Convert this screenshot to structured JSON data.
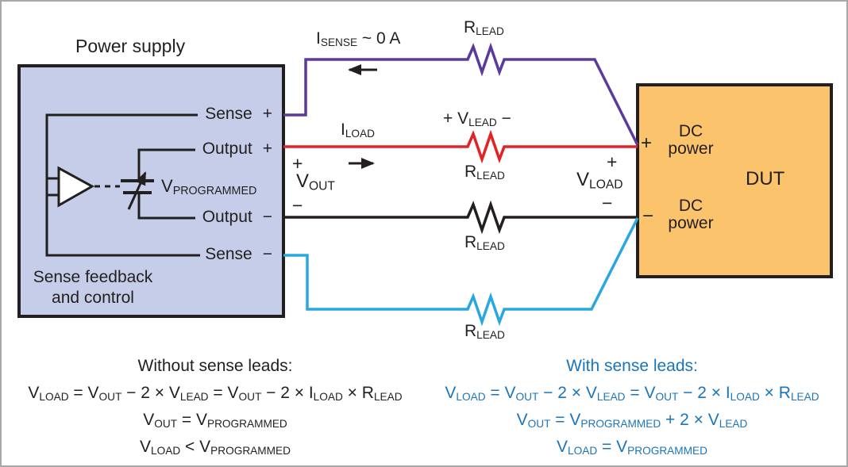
{
  "colors": {
    "power_supply_fill": "#c5cde8",
    "dut_fill": "#fbc46c",
    "sense_positive_wire": "#5b3a9b",
    "output_positive_wire": "#e32226",
    "output_negative_wire": "#231f20",
    "sense_negative_wire": "#29a8e0",
    "with_sense_equations": "#1b75bc",
    "ink": "#231f20"
  },
  "power_supply": {
    "title": "Power supply",
    "terminals": [
      {
        "label": "Sense",
        "sign": "+"
      },
      {
        "label": "Output",
        "sign": "+"
      },
      {
        "label": "Output",
        "sign": "−"
      },
      {
        "label": "Sense",
        "sign": "−"
      }
    ],
    "programmed_label": [
      {
        "t": "V",
        "s": "PROGRAMMED"
      }
    ],
    "caption_line1": "Sense feedback",
    "caption_line2": "and control"
  },
  "dut": {
    "label": "DUT",
    "pos_terminal": {
      "sign": "+",
      "line1": "DC",
      "line2": "power"
    },
    "neg_terminal": {
      "sign": "−",
      "line1": "DC",
      "line2": "power"
    }
  },
  "wires": {
    "sense_current": [
      {
        "t": "I",
        "s": "SENSE"
      },
      {
        "t": " ~ 0 A"
      }
    ],
    "load_current": [
      {
        "t": "I",
        "s": "LOAD"
      }
    ],
    "r_lead": [
      {
        "t": "R",
        "s": "LEAD"
      }
    ],
    "v_lead_row": [
      {
        "t": "+ "
      },
      {
        "t": "V",
        "s": "LEAD"
      },
      {
        "t": "  −"
      }
    ],
    "v_out": {
      "plus": "+",
      "label": [
        {
          "t": "V",
          "s": "OUT"
        }
      ],
      "minus": "−"
    },
    "v_load": {
      "plus": "+",
      "label": [
        {
          "t": "V",
          "s": "LOAD"
        }
      ],
      "minus": "−"
    }
  },
  "equations": {
    "without": {
      "title": "Without sense leads:",
      "lines": [
        [
          {
            "t": "V",
            "s": "LOAD"
          },
          {
            "t": " = "
          },
          {
            "t": "V",
            "s": "OUT"
          },
          {
            "t": " − 2 × "
          },
          {
            "t": "V",
            "s": "LEAD"
          },
          {
            "t": " = "
          },
          {
            "t": "V",
            "s": "OUT"
          },
          {
            "t": " − 2 × "
          },
          {
            "t": "I",
            "s": "LOAD"
          },
          {
            "t": " × "
          },
          {
            "t": "R",
            "s": "LEAD"
          }
        ],
        [
          {
            "t": "V",
            "s": "OUT"
          },
          {
            "t": " = "
          },
          {
            "t": "V",
            "s": "PROGRAMMED"
          }
        ],
        [
          {
            "t": "V",
            "s": "LOAD"
          },
          {
            "t": " < "
          },
          {
            "t": "V",
            "s": "PROGRAMMED"
          }
        ]
      ]
    },
    "with": {
      "title": "With sense leads:",
      "lines": [
        [
          {
            "t": "V",
            "s": "LOAD"
          },
          {
            "t": " = "
          },
          {
            "t": "V",
            "s": "OUT"
          },
          {
            "t": " − 2 × "
          },
          {
            "t": "V",
            "s": "LEAD"
          },
          {
            "t": " = "
          },
          {
            "t": "V",
            "s": "OUT"
          },
          {
            "t": " − 2 × "
          },
          {
            "t": "I",
            "s": "LOAD"
          },
          {
            "t": " × "
          },
          {
            "t": "R",
            "s": "LEAD"
          }
        ],
        [
          {
            "t": "V",
            "s": "OUT"
          },
          {
            "t": " = "
          },
          {
            "t": "V",
            "s": "PROGRAMMED"
          },
          {
            "t": " + 2 × "
          },
          {
            "t": "V",
            "s": "LEAD"
          }
        ],
        [
          {
            "t": "V",
            "s": "LOAD"
          },
          {
            "t": " = "
          },
          {
            "t": "V",
            "s": "PROGRAMMED"
          }
        ]
      ]
    }
  }
}
